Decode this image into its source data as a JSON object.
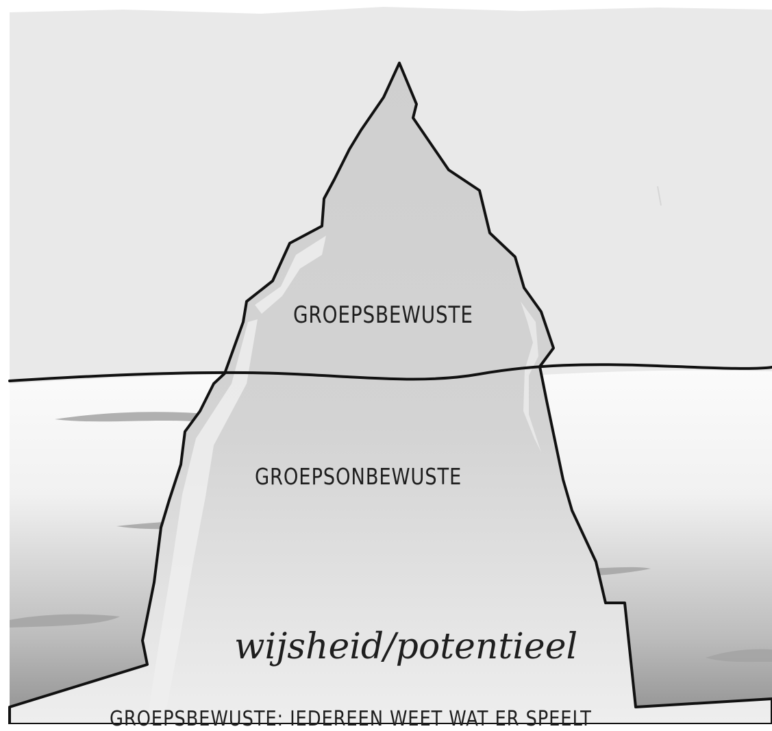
{
  "labels": {
    "above_water": "GROEPSBEWUSTE",
    "below_water": "GROEPSONBEWUSTE",
    "base": "wijsheid/potentieel",
    "caption": "GROEPSBEWUSTE: IEDEREEN WEET WAT ER SPEELT"
  },
  "colors": {
    "sky": "#e9e9e9",
    "water_top": "#fafafa",
    "water_bottom": "#9c9c9c",
    "iceberg": "#d0d0d0",
    "outline": "#111111",
    "waves": "#9a9a9a"
  }
}
